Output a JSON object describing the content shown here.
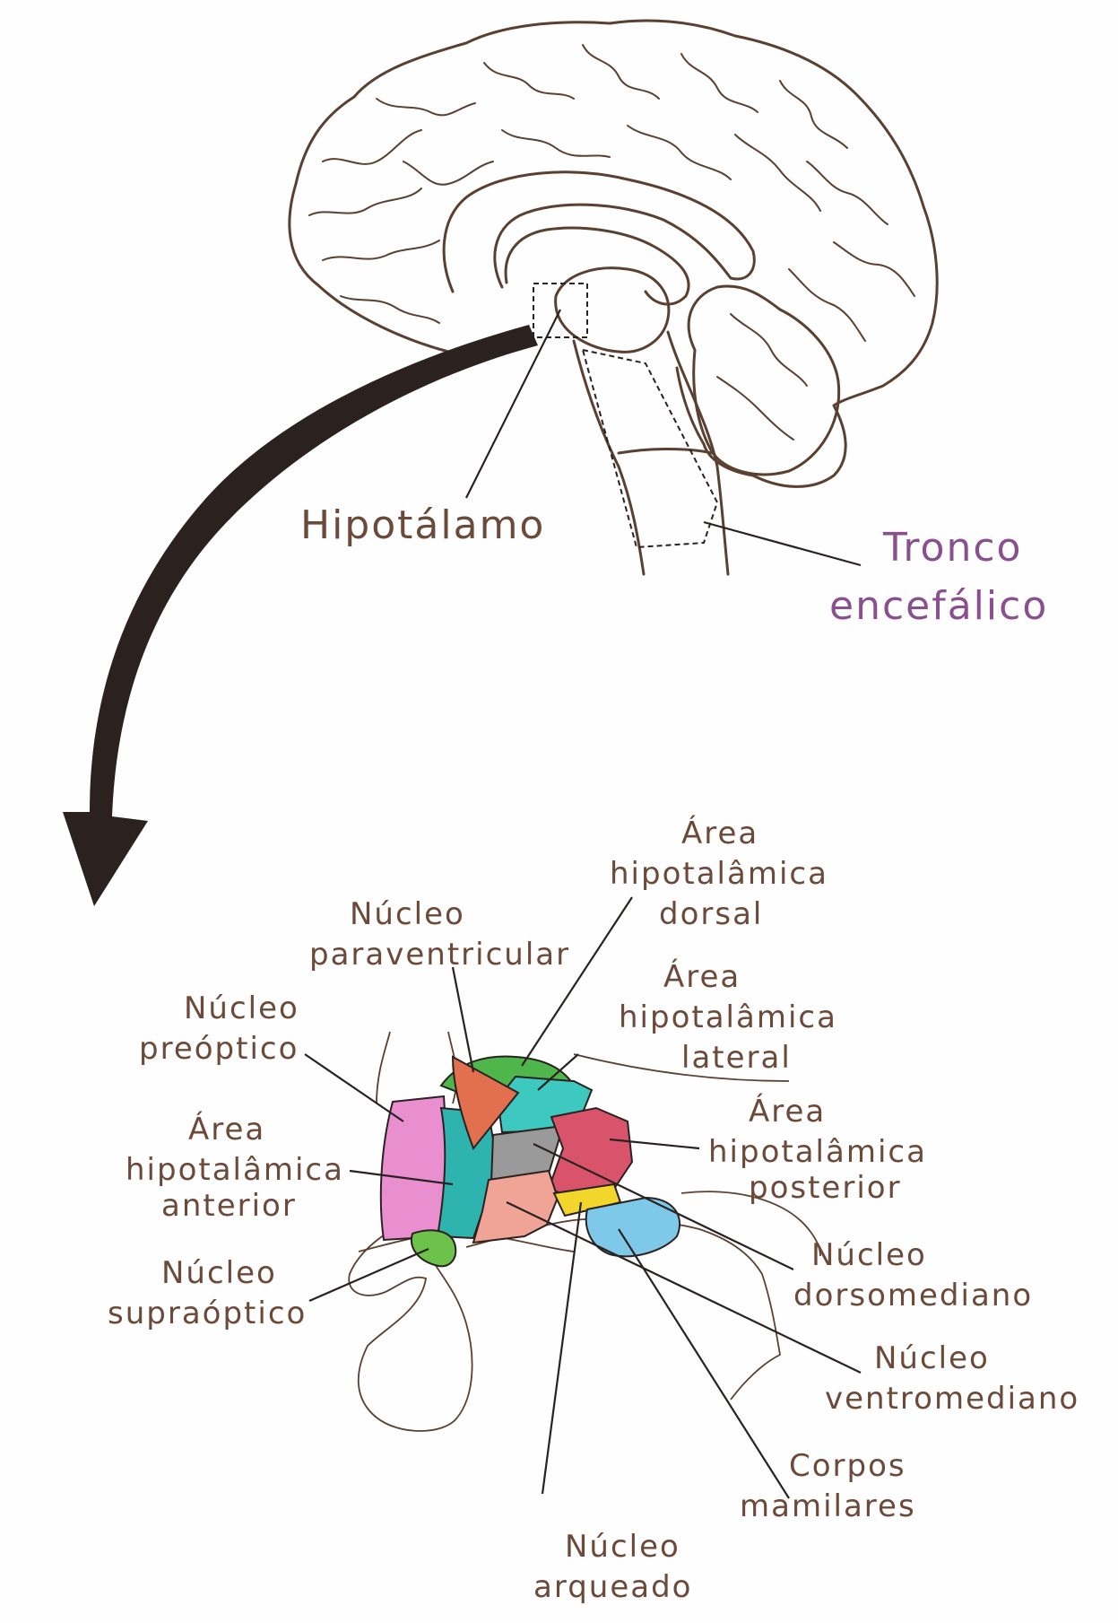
{
  "brain": {
    "label_hypothalamus": "Hipotálamo",
    "label_brainstem_1": "Tronco",
    "label_brainstem_2": "encefálico"
  },
  "regions": [
    {
      "key": "preoptic",
      "lines": [
        "Núcleo",
        "preóptico"
      ],
      "color": "#e98fcf"
    },
    {
      "key": "paraventricular",
      "lines": [
        "Núcleo",
        "paraventricular"
      ],
      "color": "#e2704e"
    },
    {
      "key": "dorsal_area",
      "lines": [
        "Área",
        "hipotalâmica",
        "dorsal"
      ],
      "color": "#4eb64a"
    },
    {
      "key": "lateral_area",
      "lines": [
        "Área",
        "hipotalâmica",
        "lateral"
      ],
      "color": "#3ec9c0"
    },
    {
      "key": "anterior_area",
      "lines": [
        "Área",
        "hipotalâmica",
        "anterior"
      ],
      "color": "#2fb3ae"
    },
    {
      "key": "posterior_area",
      "lines": [
        "Área",
        "hipotalâmica",
        "posterior"
      ],
      "color": "#d9536a"
    },
    {
      "key": "dorsomedial",
      "lines": [
        "Núcleo",
        "dorsomediano"
      ],
      "color": "#9a9a9a"
    },
    {
      "key": "supraoptic",
      "lines": [
        "Núcleo",
        "supraóptico"
      ],
      "color": "#6cc24a"
    },
    {
      "key": "ventromedial",
      "lines": [
        "Núcleo",
        "ventromediano"
      ],
      "color": "#f0a496"
    },
    {
      "key": "mamillary",
      "lines": [
        "Corpos",
        "mamilares"
      ],
      "color": "#7ec9ea"
    },
    {
      "key": "arcuate",
      "lines": [
        "Núcleo",
        "arqueado"
      ],
      "color": "#f2d62c"
    }
  ],
  "colors": {
    "ink": "#5a4030",
    "arrow": "#2b221f",
    "label_text": "#6b4a3a",
    "brainstem_label": "#8a4f8e"
  }
}
